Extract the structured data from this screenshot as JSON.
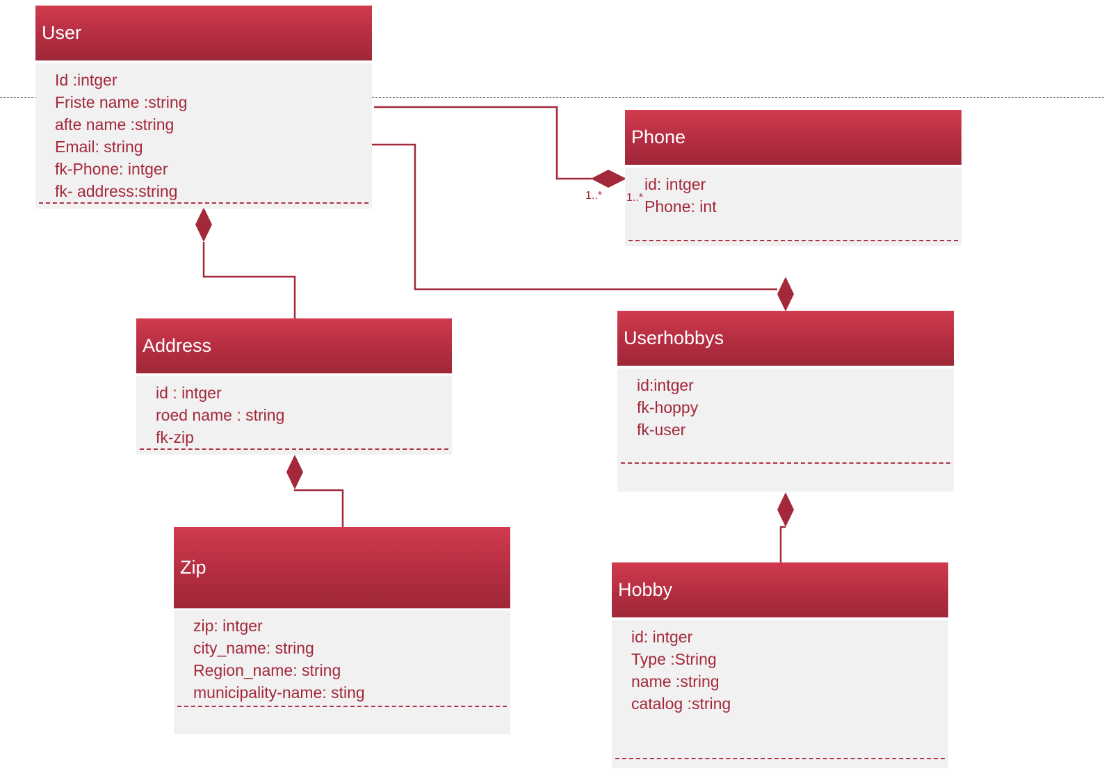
{
  "colors": {
    "header_top": "#d13b4e",
    "header_bottom": "#9e2838",
    "body_fill": "#f1f1f1",
    "attribute_text": "#a3283a",
    "connector": "#a3283a"
  },
  "entities": {
    "user": {
      "title": "User",
      "attributes": [
        "Id :intger",
        "Friste name :string",
        "afte name :string",
        "Email: string",
        "fk-Phone: intger",
        "fk- address:string"
      ]
    },
    "phone": {
      "title": "Phone",
      "attributes": [
        "id: intger",
        "Phone: int"
      ]
    },
    "address": {
      "title": "Address",
      "attributes": [
        "id : intger",
        "roed name : string",
        "fk-zip"
      ]
    },
    "userhobbys": {
      "title": "Userhobbys",
      "attributes": [
        "id:intger",
        "fk-hoppy",
        "fk-user"
      ]
    },
    "zip": {
      "title": "Zip",
      "attributes": [
        "zip: intger",
        "city_name: string",
        "Region_name: string",
        "municipality-name: sting"
      ]
    },
    "hobby": {
      "title": "Hobby",
      "attributes": [
        "id: intger",
        "Type :String",
        "name :string",
        "catalog :string"
      ]
    }
  },
  "relationships": [
    {
      "from": "user",
      "to": "phone",
      "type": "composition",
      "multiplicity_source": "1..*",
      "multiplicity_target": "1..*"
    },
    {
      "from": "user",
      "to": "userhobbys",
      "type": "composition"
    },
    {
      "from": "user",
      "to": "address",
      "type": "composition"
    },
    {
      "from": "address",
      "to": "zip",
      "type": "composition"
    },
    {
      "from": "userhobbys",
      "to": "hobby",
      "type": "composition"
    }
  ]
}
